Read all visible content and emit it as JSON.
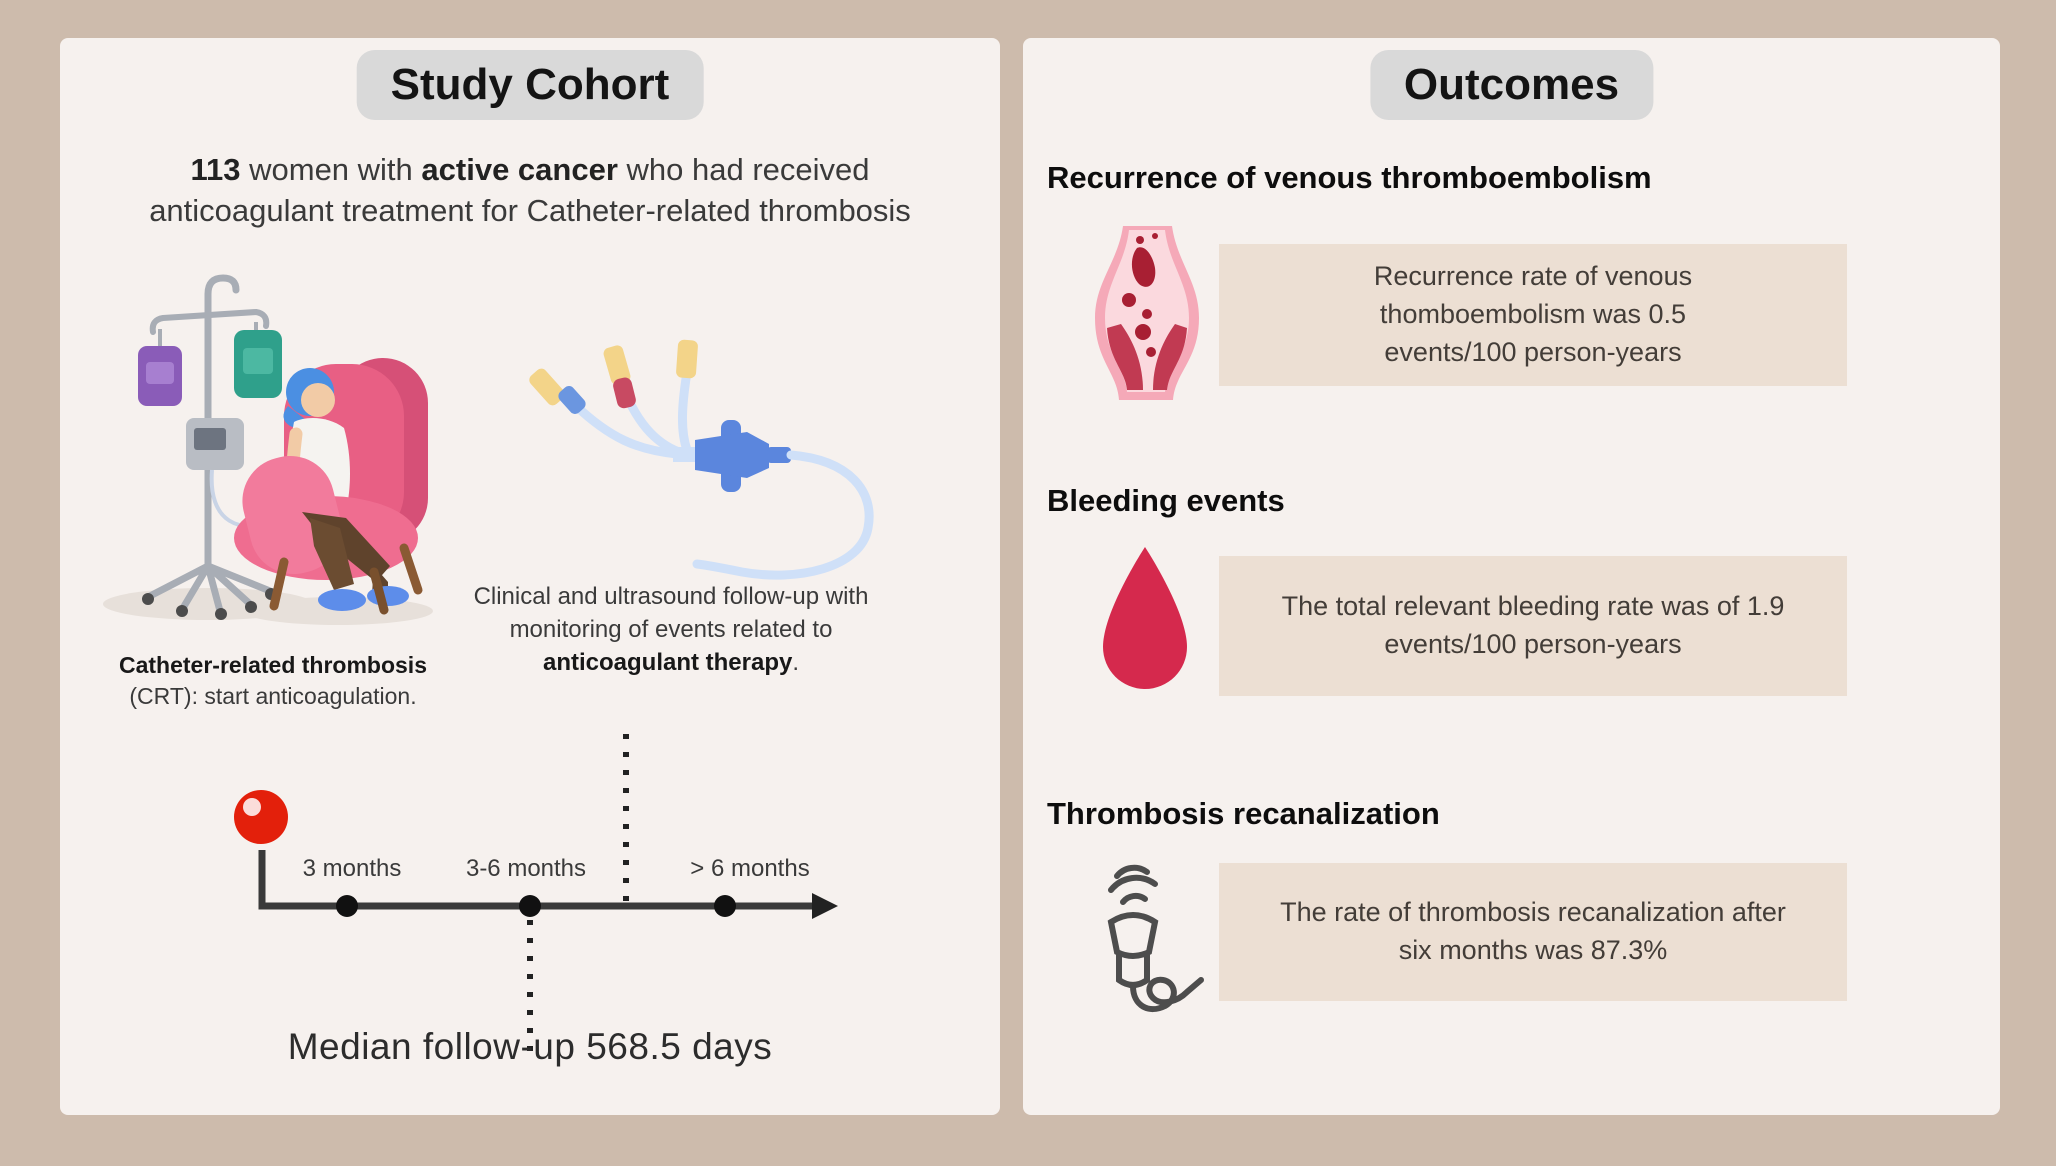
{
  "page": {
    "background_color": "#cdbbac",
    "panel_color": "#f6f1ee",
    "badge_color": "#d9d9d9",
    "outcome_box_color": "#ecdfd3"
  },
  "left_panel": {
    "title": "Study Cohort",
    "intro": {
      "bold1": "113",
      "text1": " women with ",
      "bold2": "active cancer",
      "text2": " who had received anticoagulant treatment for Catheter-related thrombosis"
    },
    "crt_caption": {
      "bold": "Catheter-related thrombosis",
      "rest": " (CRT): start anticoagulation."
    },
    "followup_caption": {
      "text1": "Clinical and ultrasound follow-up with monitoring of events related to ",
      "bold": "anticoagulant therapy",
      "text2": "."
    },
    "timeline": {
      "labels": [
        "3 months",
        "3-6 months",
        "> 6 months"
      ]
    },
    "median_followup": "Median follow-up 568.5 days"
  },
  "right_panel": {
    "title": "Outcomes",
    "sections": [
      {
        "heading": "Recurrence of venous thromboembolism",
        "icon": "vein-thrombosis-icon",
        "text": "Recurrence rate of venous thomboembolism was 0.5 events/100 person-years"
      },
      {
        "heading": "Bleeding events",
        "icon": "blood-drop-icon",
        "text": "The total relevant bleeding rate was of 1.9 events/100 person-years"
      },
      {
        "heading": "Thrombosis recanalization",
        "icon": "ultrasound-probe-icon",
        "text": "The rate of thrombosis recanalization after six months was 87.3%"
      }
    ]
  }
}
